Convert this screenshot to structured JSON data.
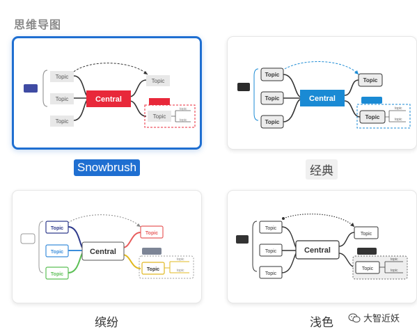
{
  "header": {
    "title": "思维导图"
  },
  "themes": [
    {
      "label": "Snowbrush",
      "selected": true,
      "central": "Central",
      "topic": "Topic",
      "subtopic": "topic"
    },
    {
      "label": "经典",
      "selected": false,
      "central": "Central",
      "topic": "Topic",
      "subtopic": "topic"
    },
    {
      "label": "缤纷",
      "selected": false,
      "central": "Central",
      "topic": "Topic",
      "subtopic": "topic"
    },
    {
      "label": "浅色",
      "selected": false,
      "central": "Central",
      "topic": "Topic",
      "subtopic": "topic"
    }
  ],
  "watermark": {
    "text": "大智近妖",
    "icon": "wechat-icon"
  },
  "colors": {
    "selected_border": "#1f6fd1",
    "snowbrush_central": "#e8283a",
    "snowbrush_side": "#3f4ba3",
    "classic_central": "#1a8ad4",
    "classic_side": "#2b2b2b",
    "colorful_navy": "#2e3a8c",
    "colorful_blue": "#3a8ddb",
    "colorful_green": "#5bbf55",
    "colorful_red": "#e85c5c",
    "colorful_yellow": "#e0b820",
    "light_dark": "#333333"
  }
}
